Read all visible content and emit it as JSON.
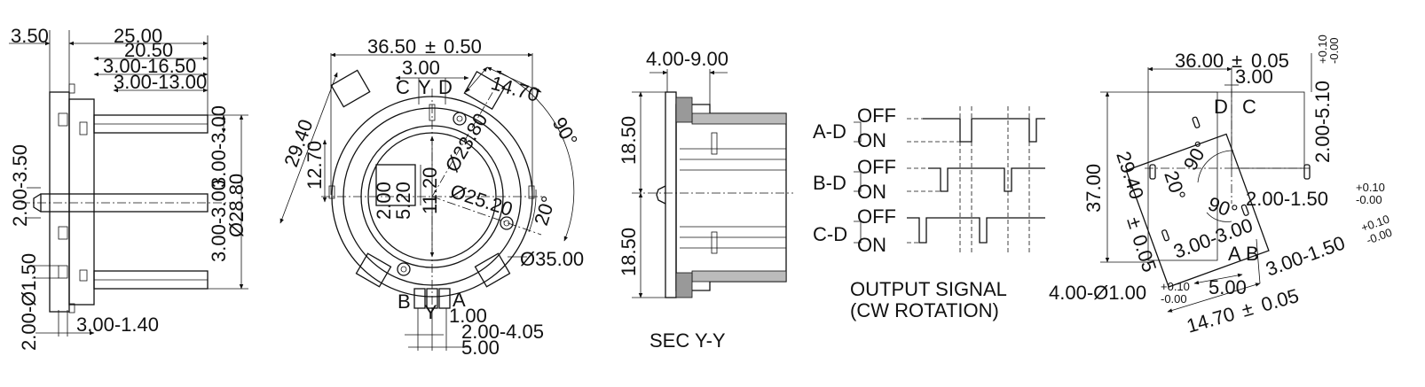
{
  "side_view": {
    "dims": [
      "3.50",
      "25.00",
      "20.50",
      "3.00-16.50",
      "3.00-13.00",
      "3.00-3.00",
      "3.00-3.00",
      "Ø28.80",
      "2.00-3.50",
      "2.00-Ø1.50",
      "3.00-1.40"
    ]
  },
  "front_view": {
    "dims": [
      "36.50",
      "±",
      "0.50",
      "3.00",
      "C",
      "Y",
      "D",
      "14.70",
      "90°",
      "29.40",
      "12.70",
      "Ø23.80",
      "2.00",
      "5.20",
      "11.20",
      "Ø25.20",
      "20°",
      "Ø35.00",
      "B",
      "Y",
      "A",
      "1.00",
      "2.00-4.05",
      "5.00"
    ]
  },
  "section_view": {
    "dims": [
      "4.00-9.00",
      "18.50",
      "18.50"
    ],
    "caption": "SEC  Y-Y"
  },
  "output_signal": {
    "rows": [
      {
        "label": "A-D",
        "off": "OFF",
        "on": "ON"
      },
      {
        "label": "B-D",
        "off": "OFF",
        "on": "ON"
      },
      {
        "label": "C-D",
        "off": "OFF",
        "on": "ON"
      }
    ],
    "caption_line1": "OUTPUT SIGNAL",
    "caption_line2": "(CW  ROTATION)"
  },
  "pcb_view": {
    "dims": [
      "36.00",
      "±",
      "0.05",
      "3.00",
      "D",
      "C",
      "+0.10",
      "-0.00",
      "2.00-5.10",
      "37.00",
      "29.40",
      "±",
      "0.05",
      "20°",
      "90°",
      "90°",
      "2.00-1.50",
      "+0.10",
      "-0.00",
      "3.00-3.00",
      "A",
      "B",
      "3.00-1.50",
      "+0.10",
      "-0.00",
      "4.00-Ø1.00",
      "+0.10",
      "-0.00",
      "5.00",
      "14.70",
      "±",
      "0.05"
    ]
  }
}
